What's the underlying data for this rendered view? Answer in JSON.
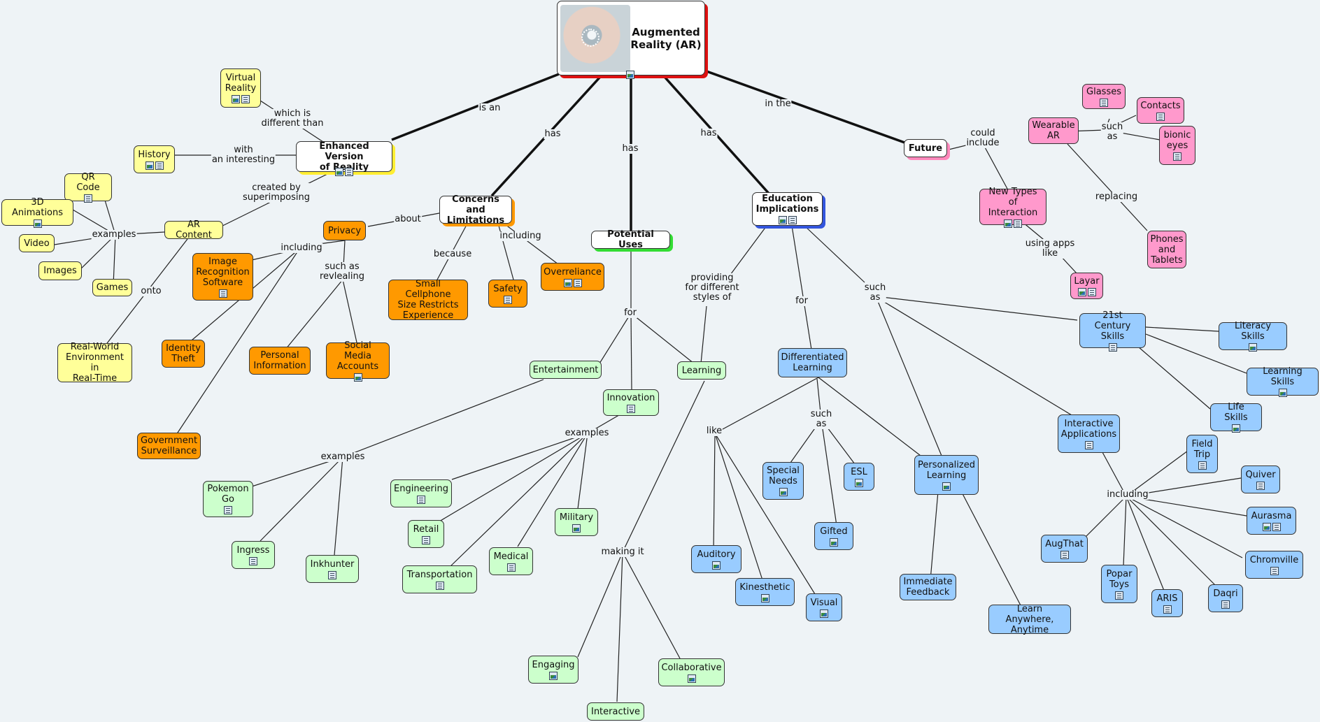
{
  "colors": {
    "yellow": "#ffff99",
    "orange": "#ff9900",
    "green": "#ccffcc",
    "blue": "#99ccff",
    "pink": "#ff99cc",
    "white": "#ffffff",
    "root_shadow": "#dd1111"
  },
  "root": {
    "title": "Augmented\nReality (AR)",
    "icons": [
      "image-icon"
    ]
  },
  "nodes": {
    "enhanced": "Enhanced Version\nof Reality",
    "virtual_reality": "Virtual\nReality",
    "history": "History",
    "qr_code": "QR Code",
    "animations_3d": "3D Animations",
    "video": "Video",
    "images": "Images",
    "games": "Games",
    "ar_content": "AR Content",
    "real_world": "Real-World\nEnvironment in\nReal-Time",
    "concerns": "Concerns and\nLimitations",
    "privacy": "Privacy",
    "image_recognition": "Image\nRecognition\nSoftware",
    "identity_theft": "Identity\nTheft",
    "government_surveillance": "Government\nSurveillance",
    "personal_information": "Personal\nInformation",
    "social_media": "Social Media\nAccounts",
    "small_cellphone": "Small Cellphone\nSize Restricts\nExperience",
    "safety": "Safety",
    "overreliance": "Overreliance",
    "potential_uses": "Potential Uses",
    "entertainment": "Entertainment",
    "innovation": "Innovation",
    "learning": "Learning",
    "pokemon_go": "Pokemon\nGo",
    "ingress": "Ingress",
    "inkhunter": "Inkhunter",
    "engineering": "Engineering",
    "retail": "Retail",
    "transportation": "Transportation",
    "medical": "Medical",
    "military": "Military",
    "engaging": "Engaging",
    "interactive": "Interactive",
    "collaborative": "Collaborative",
    "education": "Education\nImplications",
    "differentiated": "Differentiated\nLearning",
    "special_needs": "Special\nNeeds",
    "esl": "ESL",
    "gifted": "Gifted",
    "auditory": "Auditory",
    "kinesthetic": "Kinesthetic",
    "visual": "Visual",
    "personalized": "Personalized\nLearning",
    "immediate_feedback": "Immediate\nFeedback",
    "learn_anywhere": "Learn Anywhere,\nAnytime",
    "century_skills": "21st Century\nSkills",
    "literacy_skills": "Literacy Skills",
    "learning_skills": "Learning Skills",
    "life_skills": "Life Skills",
    "interactive_apps": "Interactive\nApplications",
    "field_trip": "Field\nTrip",
    "quiver": "Quiver",
    "aurasma": "Aurasma",
    "chromville": "Chromville",
    "daqri": "Daqri",
    "aris": "ARIS",
    "popar_toys": "Popar\nToys",
    "augthat": "AugThat",
    "future": "Future",
    "wearable_ar": "Wearable\nAR",
    "glasses": "Glasses",
    "contacts": "Contacts",
    "bionic_eyes": "bionic\neyes",
    "new_types": "New Types\nof Interaction",
    "layar": "Layar",
    "phones_tablets": "Phones\nand\nTablets"
  },
  "links": {
    "is_an": "is an",
    "has1": "has",
    "has2": "has",
    "has3": "has",
    "in_the": "in the",
    "which_is": "which is\ndifferent than",
    "with_interesting": "with\nan interesting",
    "created_by": "created by\nsuperimposing",
    "examples1": "examples",
    "onto": "onto",
    "about": "about",
    "because": "because",
    "including1": "including",
    "including2": "including",
    "such_as_revlealing": "such as\nrevlealing",
    "for1": "for",
    "examples2": "examples",
    "examples3": "examples",
    "making_it": "making it",
    "providing": "providing\nfor different\nstyles of",
    "for2": "for",
    "such_as1": "such\nas",
    "such_as2": "such\nas",
    "like": "like",
    "including3": "including",
    "could_include": "could\ninclude",
    "such_as3": "such\nas",
    "replacing": "replacing",
    "using_apps": "using apps\nlike"
  }
}
